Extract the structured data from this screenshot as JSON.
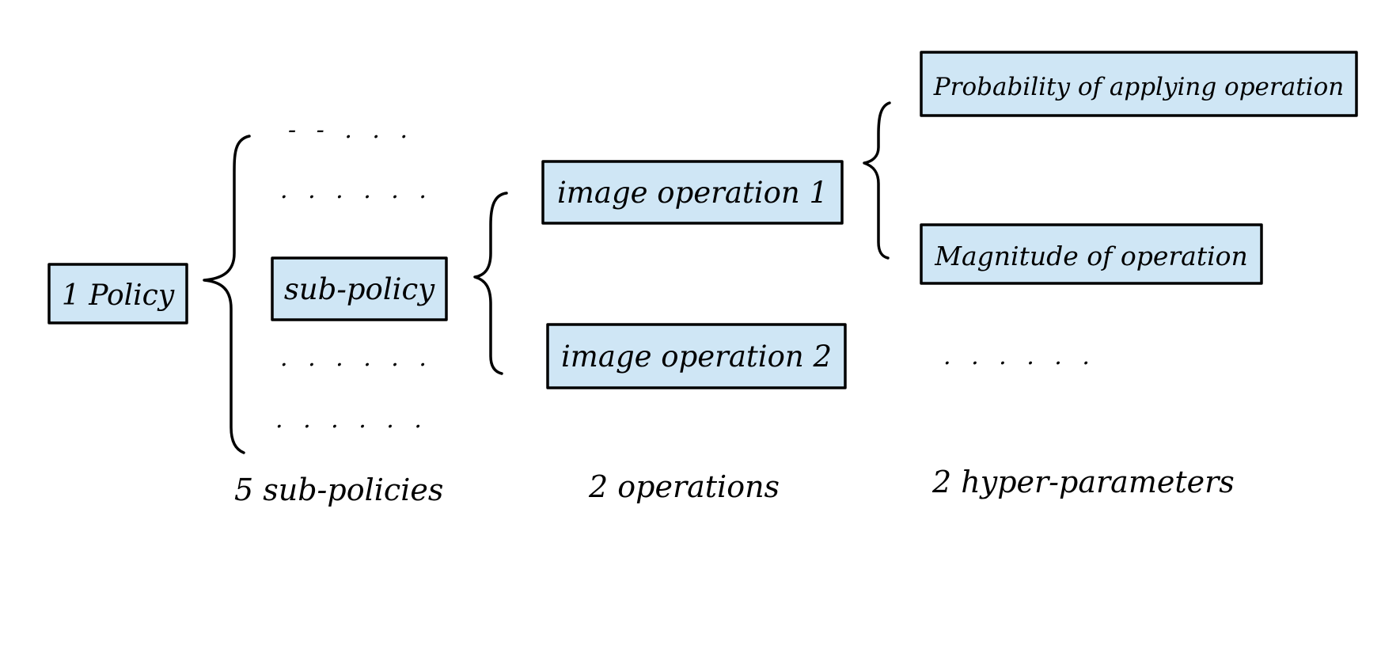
{
  "nodes": {
    "policy": "1 Policy",
    "sub_policy": "sub-policy",
    "operation_1": "image operation 1",
    "operation_2": "image operation 2",
    "probability": "Probability of applying operation",
    "magnitude": "Magnitude of operation"
  },
  "ellipsis": {
    "sub_policies": [
      "- -  . . .",
      ". . .  . . .",
      ". . .  . . .",
      ". . .  . . ."
    ],
    "hyper_parameters": ". . .   . . ."
  },
  "labels": {
    "sub_policies": "5 sub-policies",
    "operations": "2 operations",
    "hyper_parameters": "2 hyper-parameters"
  },
  "colors": {
    "box_fill": "#cfe6f5",
    "stroke": "#000000"
  }
}
